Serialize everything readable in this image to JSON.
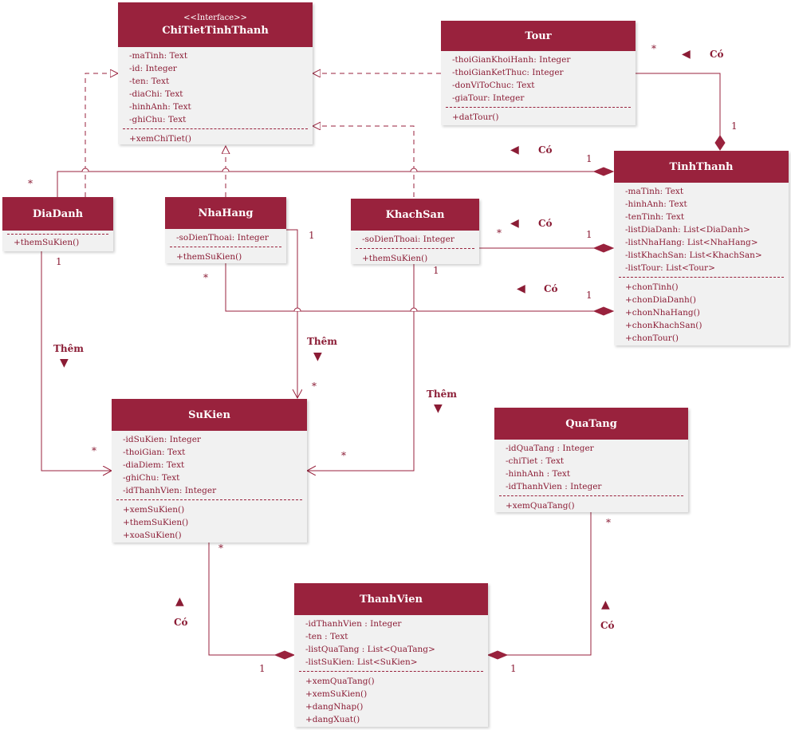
{
  "classes": {
    "chitiet": {
      "stereotype": "<<Interface>>",
      "name": "ChiTietTinhThanh",
      "attributes": [
        "-maTinh: Text",
        "-id: Integer",
        "-ten: Text",
        "-diaChi: Text",
        "-hinhAnh: Text",
        "-ghiChu: Text"
      ],
      "operations": [
        "+xemChiTiet()"
      ]
    },
    "tour": {
      "name": "Tour",
      "attributes": [
        "-thoiGianKhoiHanh: Integer",
        "-thoiGianKetThuc: Integer",
        "-donViToChuc: Text",
        "-giaTour: Integer"
      ],
      "operations": [
        "+datTour()"
      ]
    },
    "tinhthanh": {
      "name": "TinhThanh",
      "attributes": [
        "-maTinh: Text",
        "-hinhAnh: Text",
        "-tenTinh: Text",
        "-listDiaDanh: List<DiaDanh>",
        "-listNhaHang: List<NhaHang>",
        "-listKhachSan: List<KhachSan>",
        "-listTour: List<Tour>"
      ],
      "operations": [
        "+chonTinh()",
        "+chonDiaDanh()",
        "+chonNhaHang()",
        "+chonKhachSan()",
        "+chonTour()"
      ]
    },
    "diadanh": {
      "name": "DiaDanh",
      "attributes": [],
      "operations": [
        "+themSuKien()"
      ]
    },
    "nhahang": {
      "name": "NhaHang",
      "attributes": [
        "-soDienThoai: Integer"
      ],
      "operations": [
        "+themSuKien()"
      ]
    },
    "khachsan": {
      "name": "KhachSan",
      "attributes": [
        "-soDienThoai: Integer"
      ],
      "operations": [
        "+themSuKien()"
      ]
    },
    "sukien": {
      "name": "SuKien",
      "attributes": [
        "-idSuKien: Integer",
        "-thoiGian: Text",
        "-diaDiem: Text",
        "-ghiChu: Text",
        "-idThanhVien: Integer"
      ],
      "operations": [
        "+xemSuKien()",
        "+themSuKien()",
        "+xoaSuKien()"
      ]
    },
    "quatang": {
      "name": "QuaTang",
      "attributes": [
        "-idQuaTang : Integer",
        "-chiTiet : Text",
        "-hinhAnh : Text",
        "-idThanhVien : Integer"
      ],
      "operations": [
        "+xemQuaTang()"
      ]
    },
    "thanhvien": {
      "name": "ThanhVien",
      "attributes": [
        "-idThanhVien : Integer",
        "-ten : Text",
        "-listQuaTang : List<QuaTang>",
        "-listSuKien: List<SuKien>"
      ],
      "operations": [
        "+xemQuaTang()",
        "+xemSuKien()",
        "+dangNhap()",
        "+dangXuat()"
      ]
    }
  },
  "labels": {
    "co": "Có",
    "them": "Thêm",
    "one": "1",
    "many": "*",
    "tri_left": "◀",
    "tri_down": "▼",
    "tri_up": "▲"
  },
  "colors": {
    "header": "#99223d",
    "body": "#f1f1f1",
    "line": "#99223d"
  }
}
